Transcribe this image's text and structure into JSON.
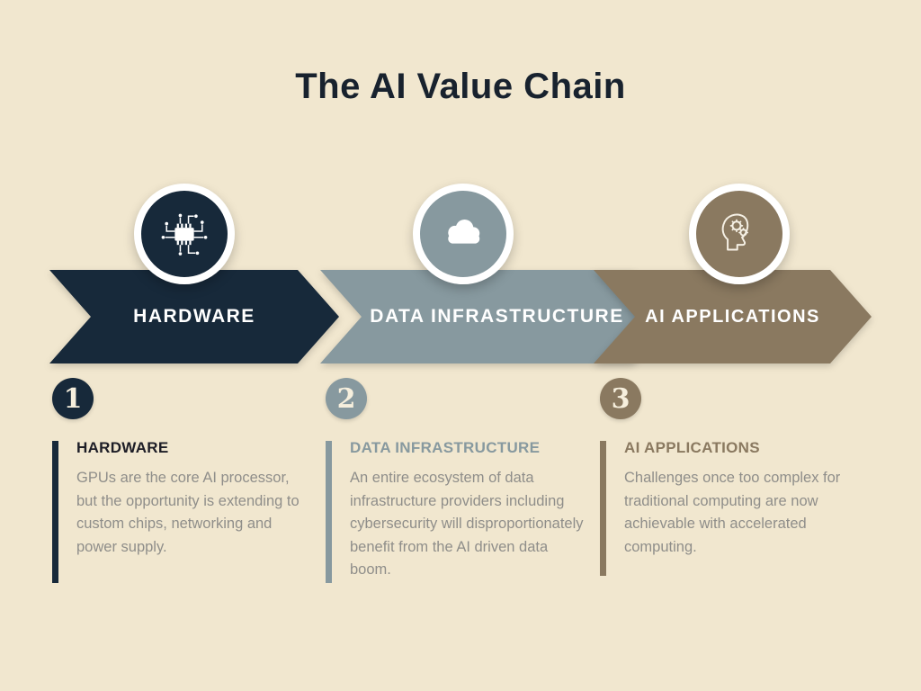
{
  "title": "The AI Value Chain",
  "colors": {
    "background": "#f1e7cf",
    "step1_dark_navy": "#17293a",
    "step2_slate_blue": "#87999f",
    "step3_taupe": "#8a7960",
    "body_text_gray": "#8f8e8a",
    "white": "#ffffff"
  },
  "steps": [
    {
      "number": "1",
      "arrow_label": "HARDWARE",
      "icon": "chip-icon",
      "heading": "HARDWARE",
      "body": "GPUs are the core AI processor, but the opportunity is extending to custom chips, networking and power supply."
    },
    {
      "number": "2",
      "arrow_label": "DATA INFRASTRUCTURE",
      "icon": "cloud-icon",
      "heading": "DATA INFRASTRUCTURE",
      "body": "An entire ecosystem of data infrastructure providers including cybersecurity will disproportionately benefit from the AI driven data boom."
    },
    {
      "number": "3",
      "arrow_label": "AI APPLICATIONS",
      "icon": "head-gears-icon",
      "heading": "AI APPLICATIONS",
      "body": "Challenges once too complex for traditional computing are now achievable with accelerated computing."
    }
  ]
}
